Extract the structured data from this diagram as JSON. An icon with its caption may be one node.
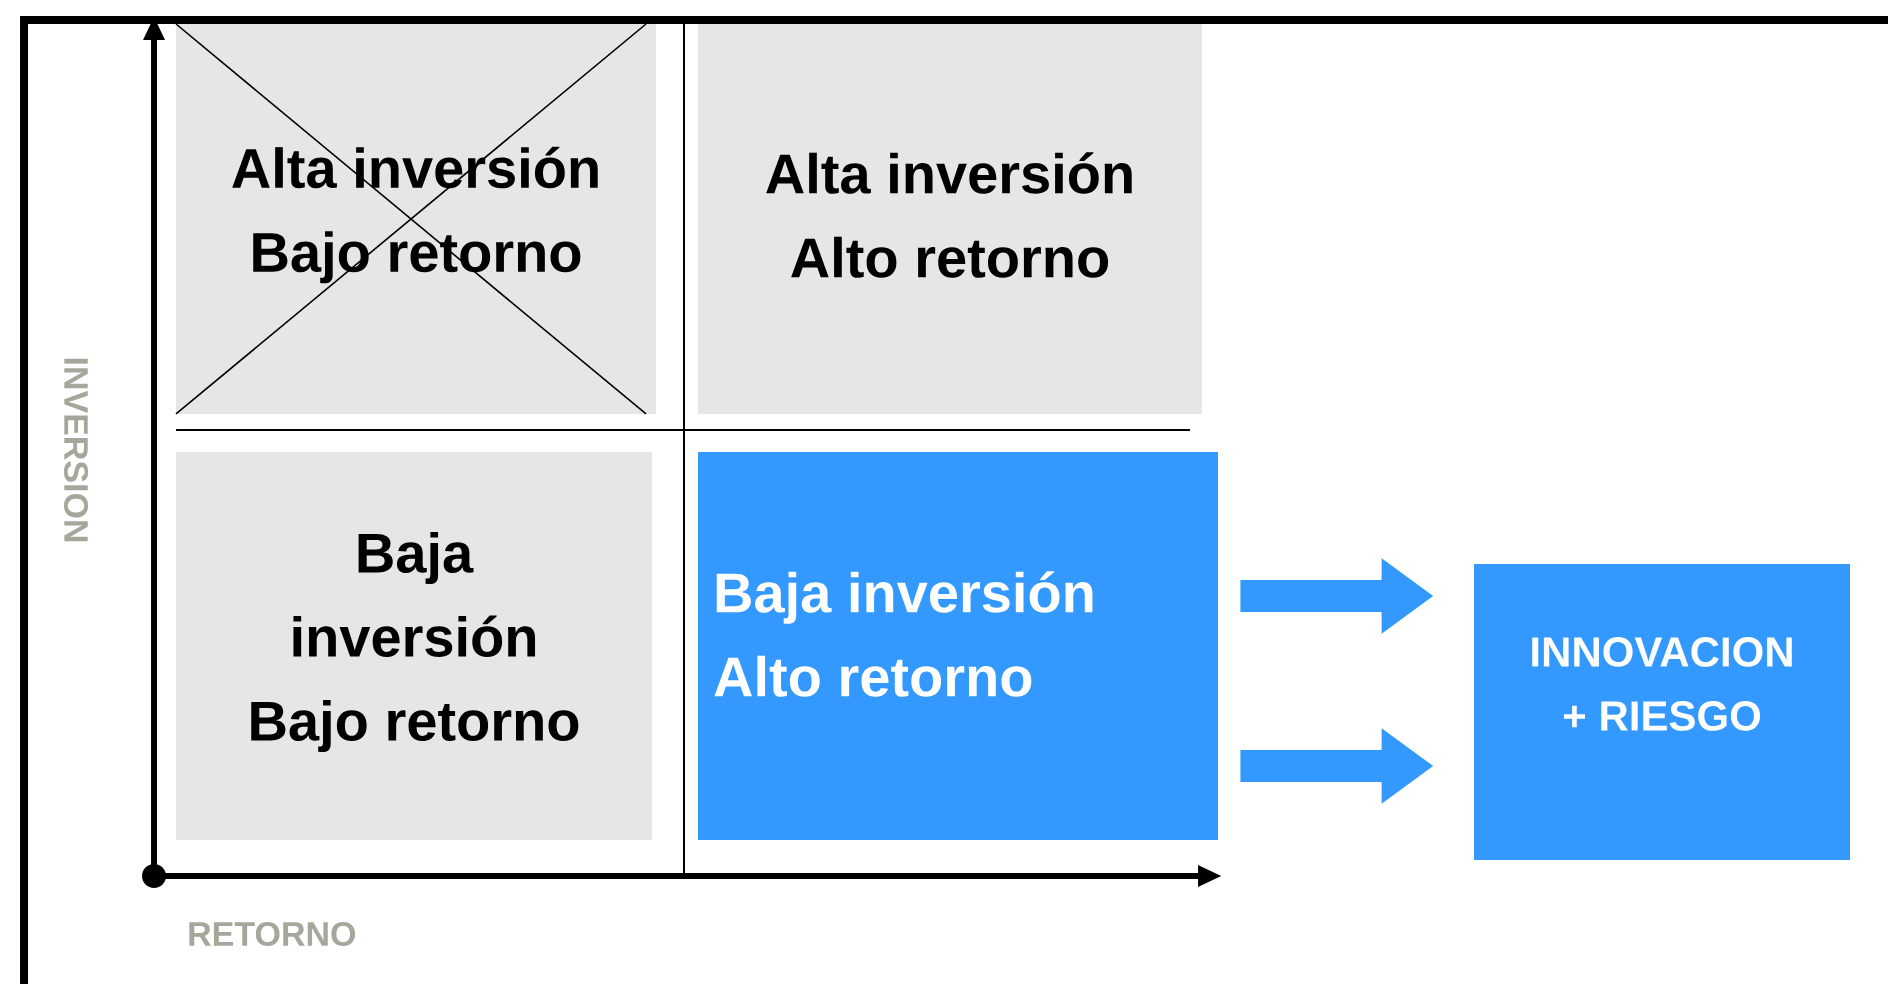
{
  "diagram": {
    "nodes": [
      {
        "text": [
          "Alta inversión Bajo retorno"
        ]
      },
      {
        "text": [
          "Alta inversión Alto retorno"
        ]
      },
      {
        "text": [
          "Baja inversión Bajo retorno"
        ]
      },
      {
        "text": [
          "Baja inversión Alto retorno"
        ]
      },
      {
        "text": [
          "INNOVACION + RIESGO"
        ]
      }
    ],
    "edges": [
      {
        "from": 3,
        "to": 4,
        "arrow": "to"
      },
      {
        "from": 3,
        "to": 4,
        "arrow": "to"
      }
    ],
    "labels": [
      "INVERSION",
      "RETORNO"
    ]
  }
}
